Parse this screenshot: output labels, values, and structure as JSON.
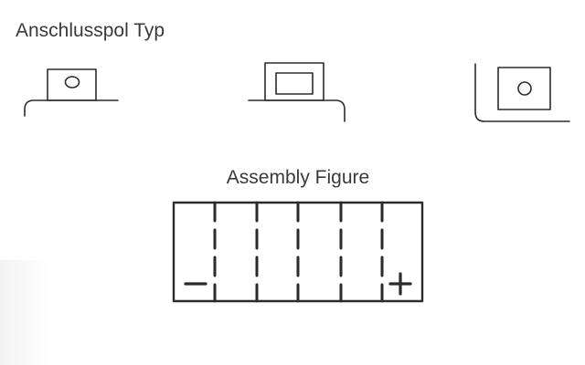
{
  "terminal_section": {
    "heading": "Anschlusspol Typ",
    "terminal_types": [
      {
        "shape": "small-tab-with-round-hole"
      },
      {
        "shape": "tab-with-rectangular-window"
      },
      {
        "shape": "corner-tab-with-round-hole"
      }
    ]
  },
  "assembly_section": {
    "heading": "Assembly Figure",
    "cell_count": 6,
    "negative_symbol": "–",
    "positive_symbol": "+",
    "negative_position": "bottom-left",
    "positive_position": "bottom-right"
  },
  "colors": {
    "line": "#2b2b2b",
    "text": "#3a3a3a",
    "background": "#ffffff"
  }
}
